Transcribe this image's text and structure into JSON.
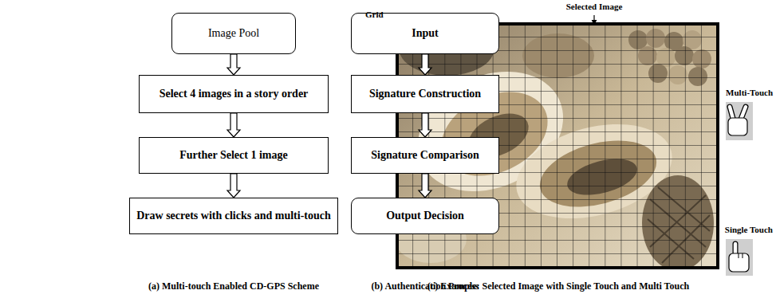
{
  "diagram": {
    "nodes": [
      {
        "text": [
          "Image Pool"
        ]
      },
      {
        "text": [
          "Select 4 images in a story order"
        ]
      },
      {
        "text": [
          "Further Select 1 image"
        ]
      },
      {
        "text": [
          "Draw secrets with clicks and multi-touch"
        ]
      },
      {
        "text": [
          "Input"
        ]
      },
      {
        "text": [
          "Signature Construction"
        ]
      },
      {
        "text": [
          "Signature Comparison"
        ]
      },
      {
        "text": [
          "Output Decision"
        ]
      }
    ],
    "edges": [
      {
        "from": 0,
        "to": 1,
        "arrow": "to"
      },
      {
        "from": 1,
        "to": 2,
        "arrow": "to"
      },
      {
        "from": 2,
        "to": 3,
        "arrow": "to"
      },
      {
        "from": 4,
        "to": 5,
        "arrow": "to"
      },
      {
        "from": 5,
        "to": 6,
        "arrow": "to"
      },
      {
        "from": 6,
        "to": 7,
        "arrow": "to"
      }
    ],
    "labels": [
      "Grid",
      "Selected Image",
      "Multi-Touch",
      "Single Touch",
      "(a) Multi-touch Enabled CD-GPS Scheme",
      "(b) Authentication Process",
      "(c) Example: Selected Image with Single Touch and Multi Touch"
    ]
  }
}
